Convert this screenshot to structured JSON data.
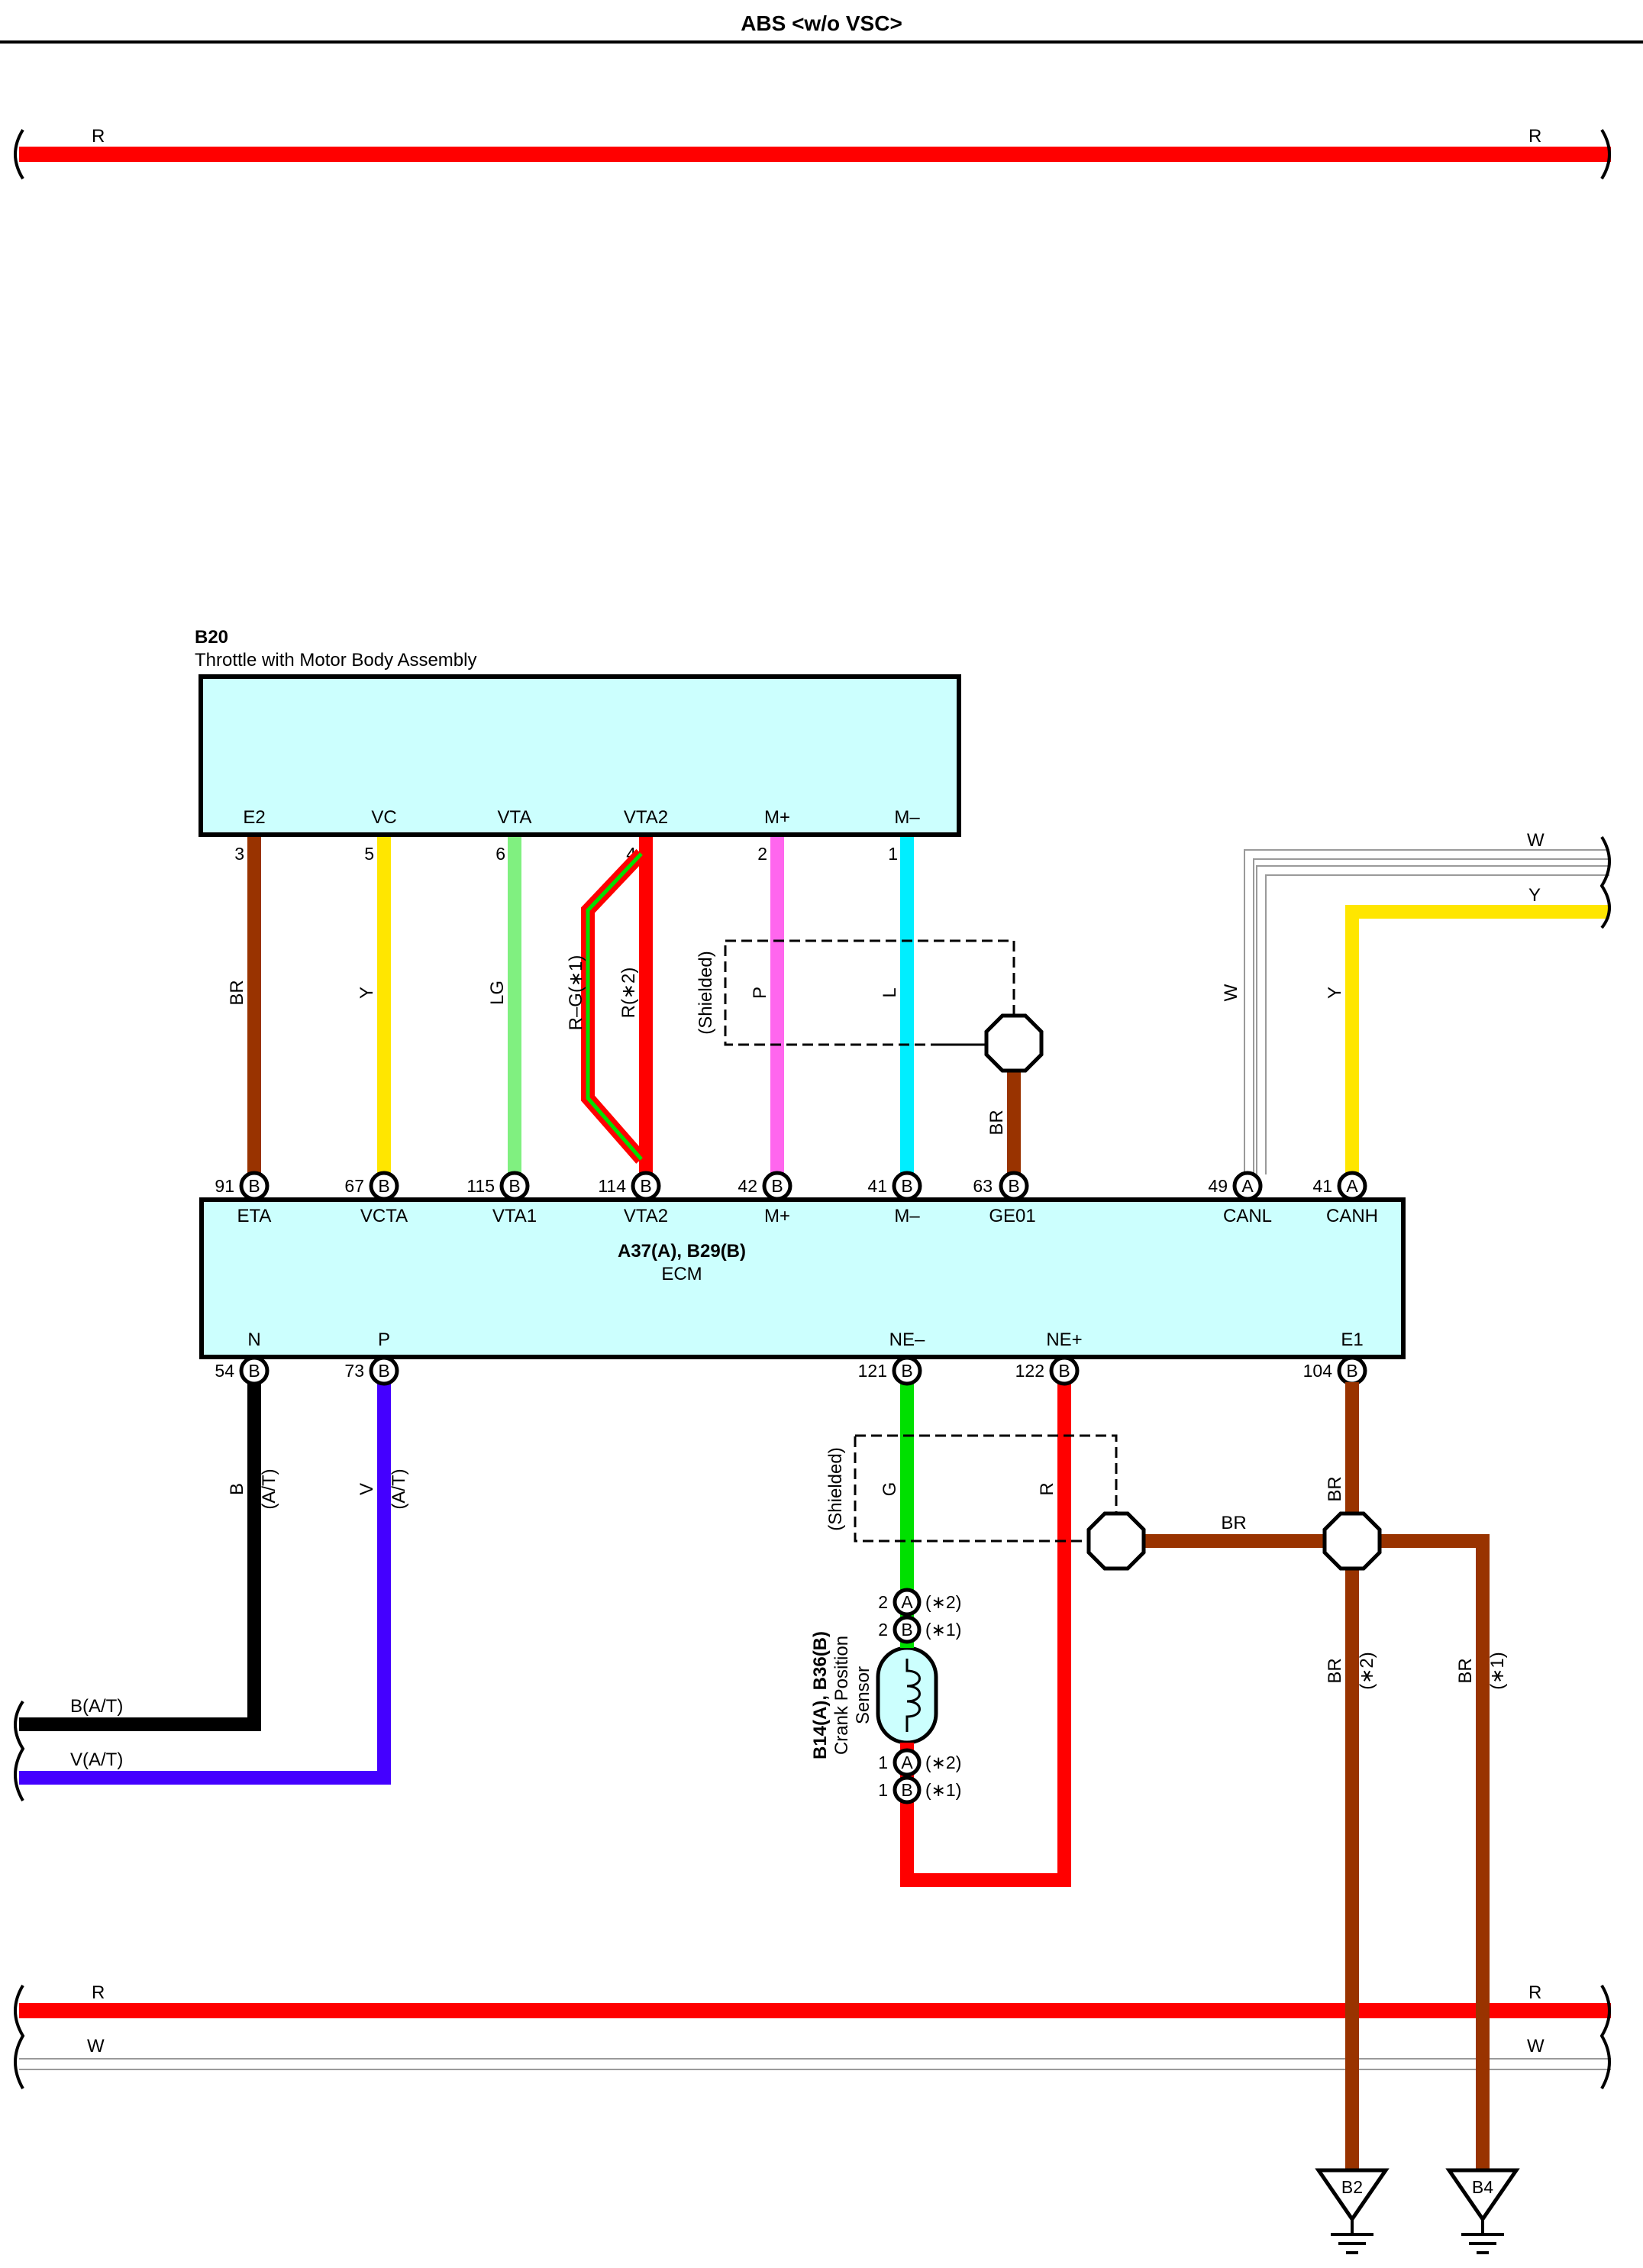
{
  "page_title": "ABS <w/o VSC>",
  "colors": {
    "R": "#ff0000",
    "BR": "#993300",
    "Y": "#ffe600",
    "LG": "#80f080",
    "P": "#ff66ee",
    "L": "#00eeff",
    "G": "#00e000",
    "B": "#000000",
    "V": "#4400ff",
    "W": "#9a9a9a",
    "component_fill": "#ccfffe"
  },
  "top_bus": {
    "left_label": "R",
    "right_label": "R"
  },
  "bottom_bus": {
    "r_left": "R",
    "r_right": "R",
    "w_left": "W",
    "w_right": "W"
  },
  "b20": {
    "code": "B20",
    "name": "Throttle with Motor Body Assembly",
    "terms": [
      {
        "name": "E2",
        "pin": "3",
        "wire": "BR"
      },
      {
        "name": "VC",
        "pin": "5",
        "wire": "Y"
      },
      {
        "name": "VTA",
        "pin": "6",
        "wire": "LG"
      },
      {
        "name": "VTA2",
        "pin": "4",
        "wire_a": "R–G(∗1)",
        "wire_b": "R(∗2)"
      },
      {
        "name": "M+",
        "pin": "2",
        "wire": "P"
      },
      {
        "name": "M–",
        "pin": "1",
        "wire": "L"
      }
    ],
    "shielded": "(Shielded)",
    "shield_wire": "BR"
  },
  "ecm": {
    "code": "A37(A), B29(B)",
    "name": "ECM",
    "top_pins": [
      {
        "num": "91",
        "conn": "B",
        "name": "ETA"
      },
      {
        "num": "67",
        "conn": "B",
        "name": "VCTA"
      },
      {
        "num": "115",
        "conn": "B",
        "name": "VTA1"
      },
      {
        "num": "114",
        "conn": "B",
        "name": "VTA2"
      },
      {
        "num": "42",
        "conn": "B",
        "name": "M+"
      },
      {
        "num": "41",
        "conn": "B",
        "name": "M–"
      },
      {
        "num": "63",
        "conn": "B",
        "name": "GE01"
      },
      {
        "num": "49",
        "conn": "A",
        "name": "CANL"
      },
      {
        "num": "41",
        "conn": "A",
        "name": "CANH"
      }
    ],
    "bottom_pins": [
      {
        "num": "54",
        "conn": "B",
        "name": "N"
      },
      {
        "num": "73",
        "conn": "B",
        "name": "P"
      },
      {
        "num": "121",
        "conn": "B",
        "name": "NE–"
      },
      {
        "num": "122",
        "conn": "B",
        "name": "NE+"
      },
      {
        "num": "104",
        "conn": "B",
        "name": "E1"
      }
    ]
  },
  "can_wires": {
    "canl_wire": "W",
    "canh_wire": "Y",
    "right_w": "W",
    "right_y": "Y"
  },
  "lower_left": {
    "n_wire": "B",
    "n_note": "(A/T)",
    "p_wire": "V",
    "p_note": "(A/T)",
    "b_out": "B(A/T)",
    "v_out": "V(A/T)"
  },
  "crank": {
    "code": "B14(A), B36(B)",
    "name_line1": "Crank Position",
    "name_line2": "Sensor",
    "shielded": "(Shielded)",
    "ne_minus_wire": "G",
    "ne_plus_wire": "R",
    "pins": [
      {
        "num": "2",
        "conn": "A",
        "note": "(∗2)"
      },
      {
        "num": "2",
        "conn": "B",
        "note": "(∗1)"
      },
      {
        "num": "1",
        "conn": "A",
        "note": "(∗2)"
      },
      {
        "num": "1",
        "conn": "B",
        "note": "(∗1)"
      }
    ]
  },
  "ground": {
    "e1_wire": "BR",
    "shield_link": "BR",
    "left_wire": "BR",
    "left_note": "(∗2)",
    "right_wire": "BR",
    "right_note": "(∗1)",
    "points": [
      "B2",
      "B4"
    ]
  }
}
